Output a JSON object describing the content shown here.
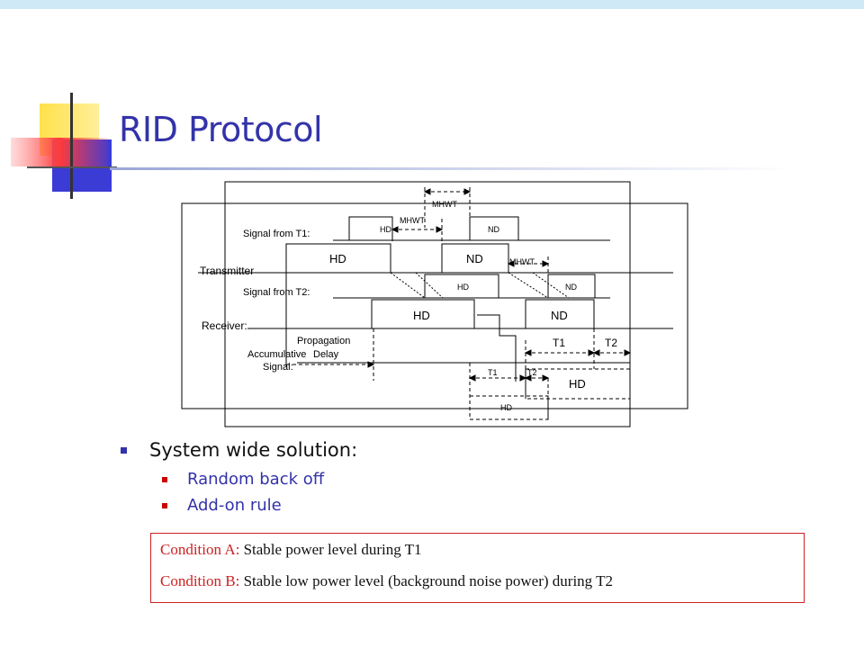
{
  "slide": {
    "title": "RID Protocol",
    "colors": {
      "accent": "#3333aa",
      "red": "#cc2222",
      "top_bar": "#cfe9f7"
    }
  },
  "diagram": {
    "labels": {
      "signal_t1": "Signal from T1:",
      "transmitter": "Transmitter",
      "signal_t2": "Signal from T2:",
      "receiver": "Receiver:",
      "accumulative": "Accumulative",
      "signal": "Signal:",
      "propagation": "Propagation",
      "delay": "Delay",
      "mhwt": "MHWT",
      "hd": "HD",
      "nd": "ND",
      "t1": "T1",
      "t2": "T2"
    }
  },
  "bullets": {
    "main": "System wide solution:",
    "sub": [
      "Random back off",
      "Add-on rule"
    ]
  },
  "conditions": [
    {
      "label": "Condition A:",
      "text": "Stable power level during T1"
    },
    {
      "label": "Condition B:",
      "text": "Stable low power level (background noise power) during T2"
    }
  ]
}
